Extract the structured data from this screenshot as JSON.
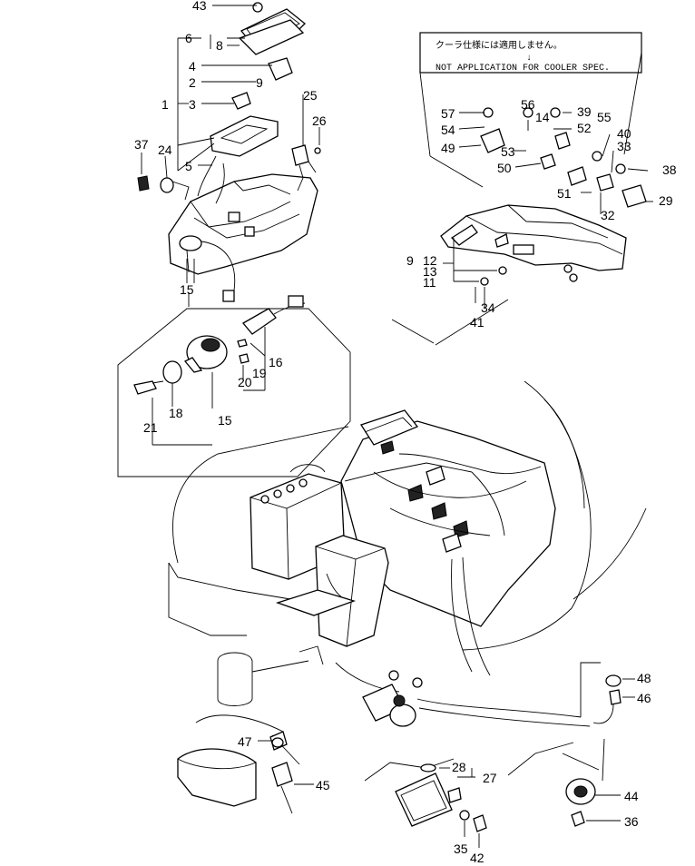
{
  "note": {
    "japanese": "クーラ仕様には適用しません。",
    "arrow": "↓",
    "english": "NOT APPLICATION FOR COOLER SPEC."
  },
  "part_numbers": [
    "43",
    "6",
    "8",
    "4",
    "2",
    "9",
    "1",
    "3",
    "5",
    "25",
    "26",
    "37",
    "24",
    "15",
    "16",
    "19",
    "20",
    "18",
    "21",
    "15",
    "57",
    "54",
    "49",
    "56",
    "39",
    "14",
    "52",
    "53",
    "50",
    "55",
    "40",
    "33",
    "38",
    "51",
    "29",
    "32",
    "9",
    "12",
    "13",
    "11",
    "41",
    "34",
    "48",
    "46",
    "47",
    "45",
    "28",
    "27",
    "44",
    "36",
    "35",
    "42"
  ]
}
